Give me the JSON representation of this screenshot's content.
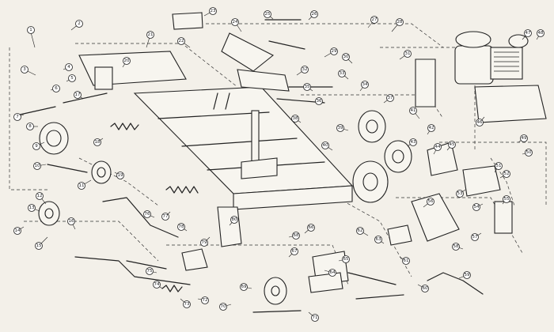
{
  "diagram": {
    "callouts": [
      "1",
      "2",
      "3",
      "4",
      "5",
      "6",
      "7",
      "8",
      "9",
      "10",
      "11",
      "12",
      "13",
      "14",
      "15",
      "16",
      "17",
      "18",
      "19",
      "20",
      "21",
      "22",
      "23",
      "24",
      "25",
      "26",
      "27",
      "28",
      "29",
      "30",
      "31",
      "32",
      "33",
      "34",
      "35",
      "36",
      "37",
      "38",
      "39",
      "40",
      "41",
      "42",
      "43",
      "44",
      "45",
      "46",
      "47",
      "48",
      "49",
      "50",
      "51",
      "52",
      "53",
      "54",
      "55",
      "56",
      "57",
      "58",
      "59",
      "60",
      "61",
      "62",
      "63",
      "64",
      "65",
      "66",
      "67",
      "68",
      "69",
      "70",
      "71",
      "72",
      "73",
      "74",
      "75",
      "76",
      "77",
      "78",
      "79",
      "80"
    ]
  }
}
